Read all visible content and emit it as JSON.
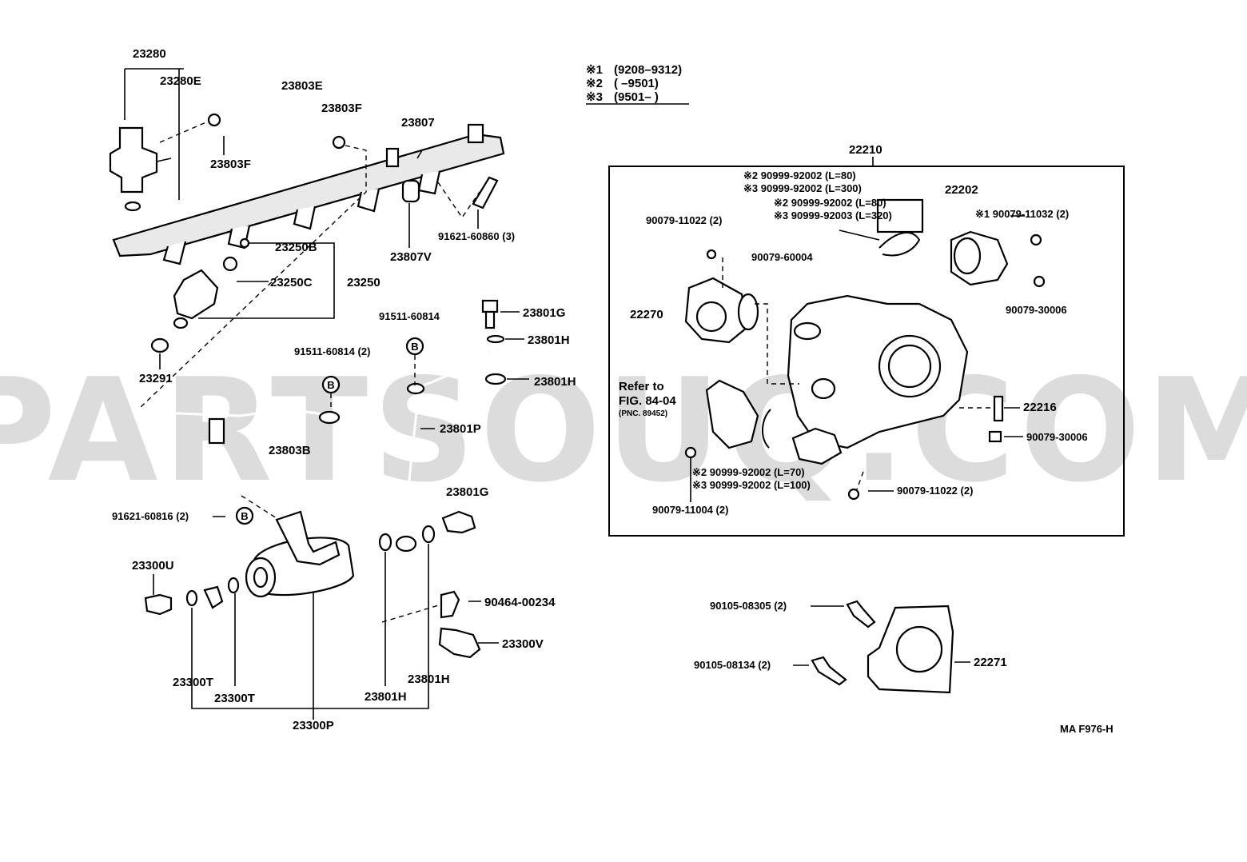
{
  "watermark": "PARTSOUQ.COM",
  "legend": [
    {
      "mark": "※1",
      "text": "(9208–9312)"
    },
    {
      "mark": "※2",
      "text": "(      –9501)"
    },
    {
      "mark": "※3",
      "text": "(9501–       )"
    }
  ],
  "labels": {
    "l23280": "23280",
    "l23280E": "23280E",
    "l23803E": "23803E",
    "l23803F_top": "23803F",
    "l23803F": "23803F",
    "l23807": "23807",
    "l91621_60860": "91621-60860 (3)",
    "l23807V": "23807V",
    "l23250B": "23250B",
    "l23250C": "23250C",
    "l23250": "23250",
    "l23291": "23291",
    "l23801G_top": "23801G",
    "l91511_60814": "91511-60814",
    "l23801H_1": "23801H",
    "l91511_60814_2": "91511-60814 (2)",
    "l23801H_2": "23801H",
    "l23801P": "23801P",
    "l23803B": "23803B",
    "l23801G": "23801G",
    "l91621_60816": "91621-60816 (2)",
    "l23300U": "23300U",
    "l90464_00234": "90464-00234",
    "l23300V": "23300V",
    "l23300T_1": "23300T",
    "l23300T_2": "23300T",
    "l23801H_3": "23801H",
    "l23801H_4": "23801H",
    "l23300P": "23300P",
    "l22210": "22210",
    "l_m2_80": "※2  90999-92002 (L=80)",
    "l_m3_300": "※3  90999-92002 (L=300)",
    "l22202": "22202",
    "l90079_11022_2": "90079-11022 (2)",
    "l_m2_80b": "※2 90999-92002 (L=80)",
    "l_m3_320": "※3 90999-92003 (L=320)",
    "l_m1_11032": "※1  90079-11032 (2)",
    "l90079_60004": "90079-60004",
    "l22270": "22270",
    "l90079_30006_a": "90079-30006",
    "l_refer1": "Refer to",
    "l_refer2": "FIG. 84-04",
    "l_refer3": "(PNC. 89452)",
    "l22216": "22216",
    "l90079_30006_b": "90079-30006",
    "l_m2_70": "※2 90999-92002 (L=70)",
    "l_m3_100": "※3 90999-92002 (L=100)",
    "l90079_11022_b": "90079-11022 (2)",
    "l90079_11004": "90079-11004 (2)",
    "l90105_08305": "90105-08305 (2)",
    "l90105_08134": "90105-08134 (2)",
    "l22271": "22271",
    "l_code": "MA F976-H",
    "b_circle": "B"
  }
}
